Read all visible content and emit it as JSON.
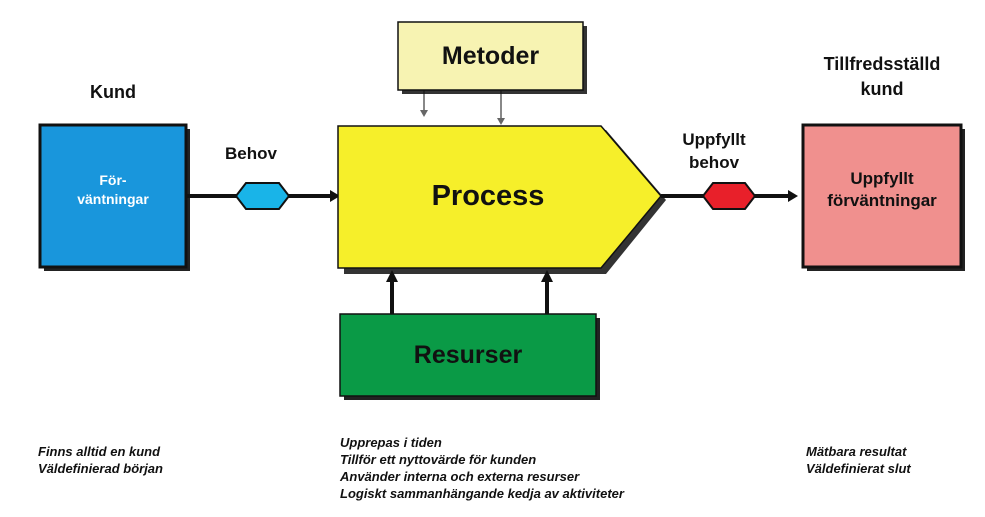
{
  "customer": {
    "heading": "Kund",
    "box_text": "För-\nväntningar",
    "notes": [
      "Finns alltid en kund",
      "Väldefinierad början"
    ],
    "color": "#1996dc"
  },
  "need": {
    "label": "Behov",
    "color": "#19b4e8"
  },
  "methods": {
    "label": "Metoder",
    "color": "#f7f3b2"
  },
  "process": {
    "label": "Process",
    "color": "#f6ef2a",
    "notes": [
      "Upprepas i tiden",
      "Tillför ett nyttovärde för kunden",
      "Använder interna och externa resurser",
      "Logiskt sammanhängande kedja av aktiviteter"
    ]
  },
  "resources": {
    "label": "Resurser",
    "color": "#0a9a46"
  },
  "fulfilled_need": {
    "label": "Uppfyllt\nbehov",
    "color": "#e8202a"
  },
  "satisfied_customer": {
    "heading": "Tillfredsställd\nkund",
    "box_text": "Uppfyllt\nförväntningar",
    "notes": [
      "Mätbara resultat",
      "Väldefinierat slut"
    ],
    "color": "#f0908e"
  }
}
